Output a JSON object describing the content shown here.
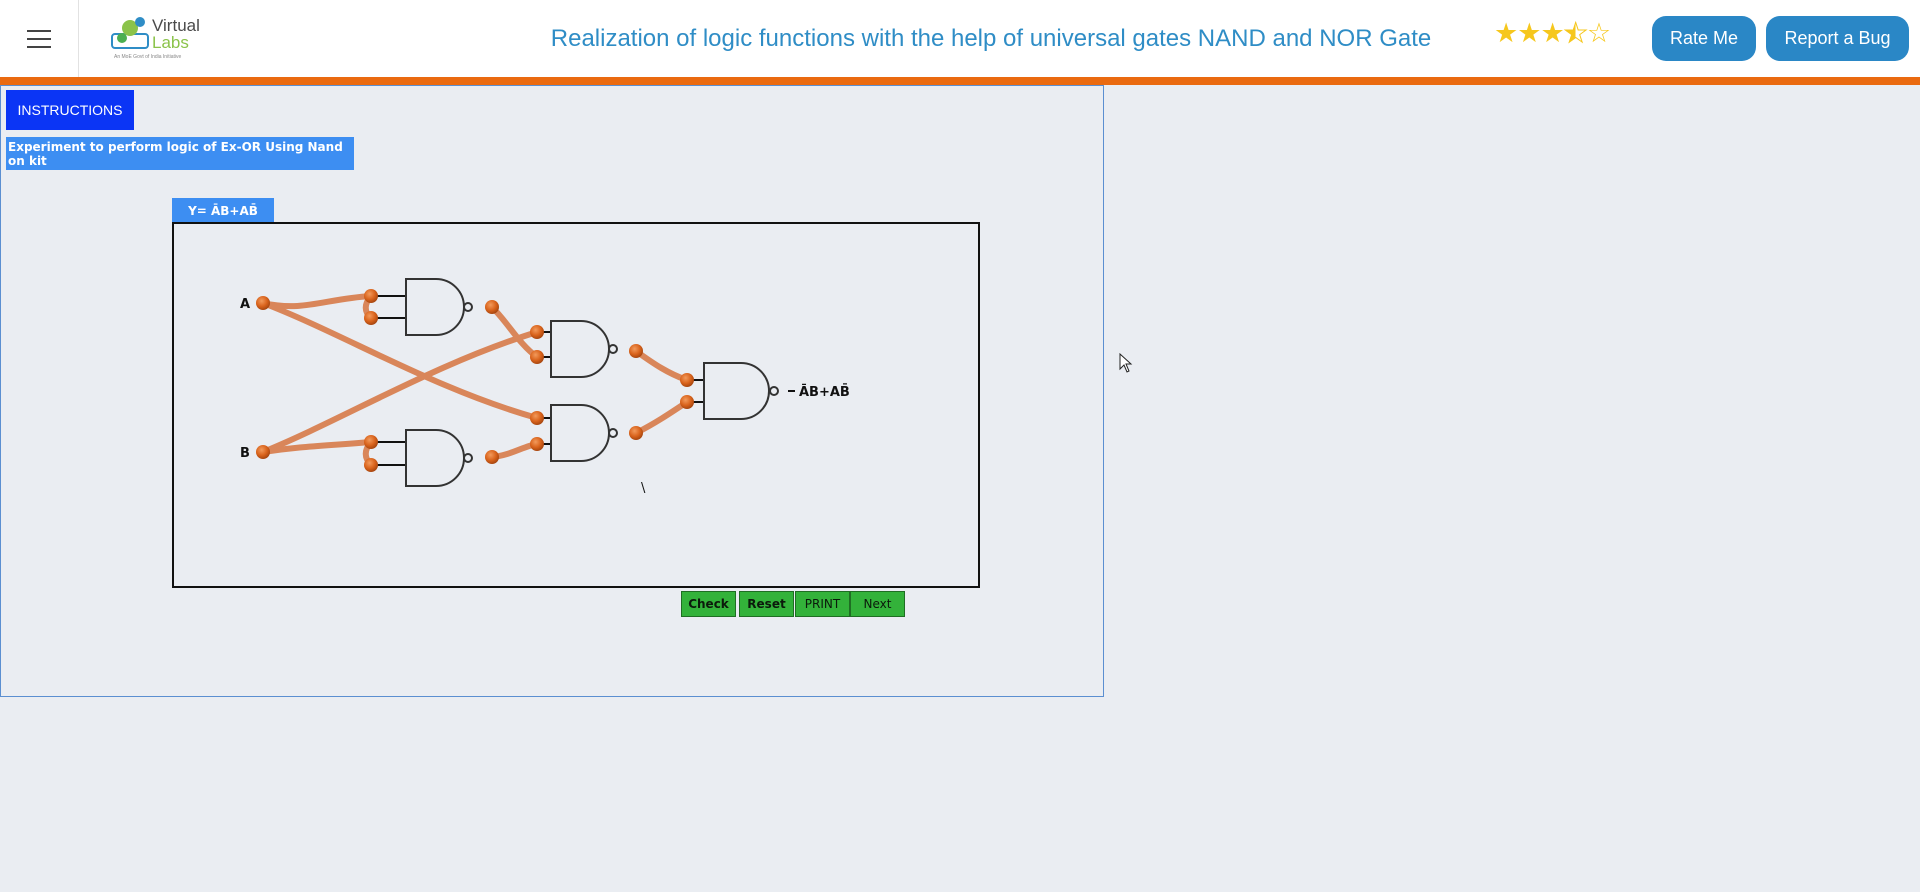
{
  "header": {
    "title": "Realization of logic functions with the help of universal gates NAND and NOR Gate",
    "logo_line1": "Virtual",
    "logo_line2": "Labs",
    "logo_tagline": "An MoE Govt of India Initiative",
    "rating": 3.5,
    "rate_label": "Rate Me",
    "bug_label": "Report a Bug",
    "menu_icon": "hamburger-icon",
    "star_color": "#f6c71d",
    "accent_color": "#ea6a10",
    "button_color": "#2a87c6"
  },
  "panel": {
    "instructions_label": "INSTRUCTIONS",
    "experiment_label": "Experiment to perform logic of Ex-OR Using Nand on kit",
    "equation_label": "Y= ĀB+AB̄",
    "circuit": {
      "input_a": "A",
      "input_b": "B",
      "output_label": "ĀB+AB̄",
      "stray_mark": "\\"
    },
    "buttons": {
      "check": "Check",
      "reset": "Reset",
      "print": "PRINT",
      "next": "Next"
    }
  }
}
